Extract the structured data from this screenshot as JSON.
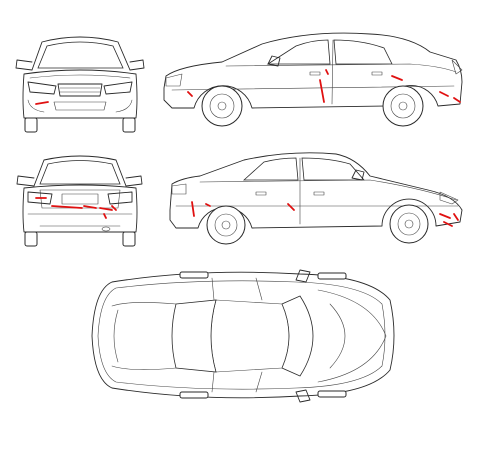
{
  "colors": {
    "line": "#2a2a2a",
    "damage": "#e01010",
    "background": "#ffffff"
  },
  "views": [
    "front",
    "left-side",
    "rear",
    "right-side",
    "top"
  ],
  "damage_marks": {
    "front": 1,
    "left-side": 6,
    "rear": 6,
    "right-side": 6,
    "top": 0
  }
}
